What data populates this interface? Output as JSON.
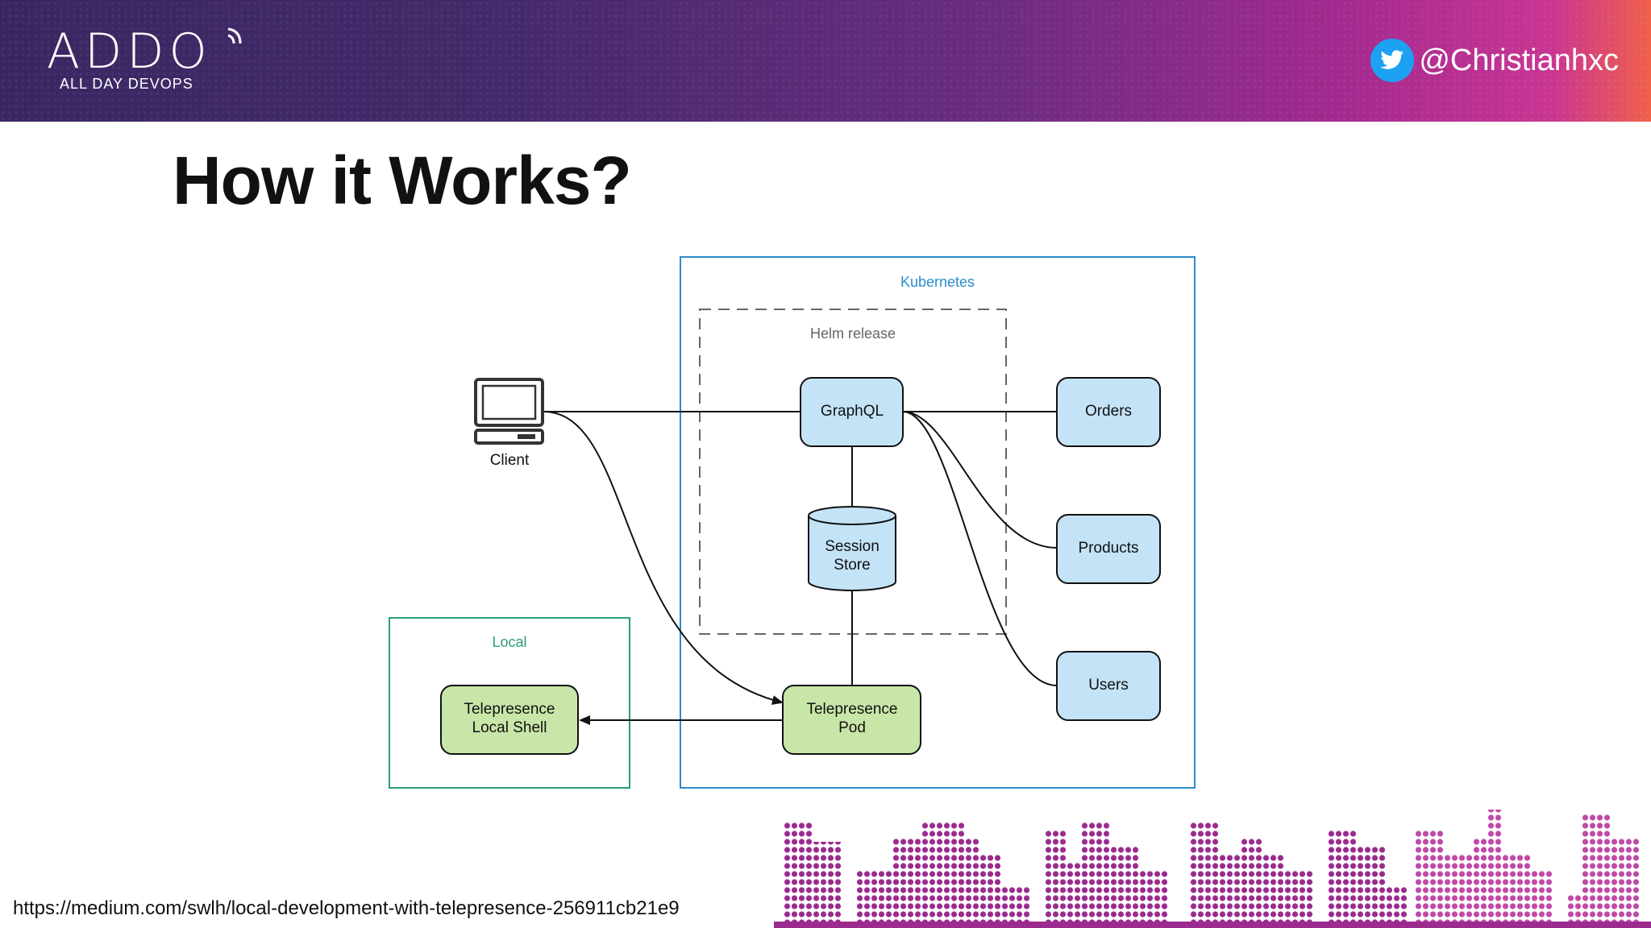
{
  "header": {
    "logo_word": "ADDO",
    "logo_subtitle": "ALL DAY DEVOPS",
    "twitter_handle": "@Christianhxc",
    "icon": "twitter-icon"
  },
  "slide": {
    "title": "How it Works?",
    "source_url": "https://medium.com/swlh/local-development-with-telepresence-256911cb21e9"
  },
  "diagram": {
    "groups": {
      "kubernetes": "Kubernetes",
      "helm": "Helm release",
      "local": "Local"
    },
    "nodes": {
      "client": "Client",
      "graphql": "GraphQL",
      "session_line1": "Session",
      "session_line2": "Store",
      "orders": "Orders",
      "products": "Products",
      "users": "Users",
      "tp_pod_line1": "Telepresence",
      "tp_pod_line2": "Pod",
      "tp_shell_line1": "Telepresence",
      "tp_shell_line2": "Local Shell"
    },
    "colors": {
      "service_fill": "#c4e3f7",
      "telepresence_fill": "#c8e6a8",
      "kubernetes_border": "#2b8ccc",
      "local_border": "#2a9d7e",
      "equalizer": "#9b2b8f"
    }
  }
}
